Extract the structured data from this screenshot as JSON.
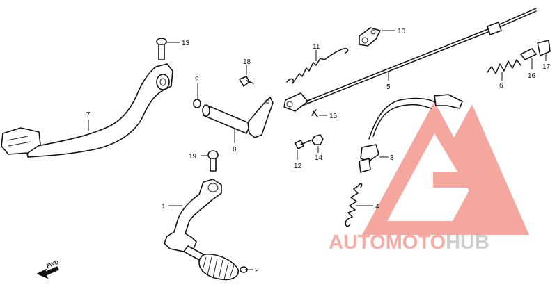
{
  "parts": [
    {
      "number": "1"
    },
    {
      "number": "2"
    },
    {
      "number": "3"
    },
    {
      "number": "4"
    },
    {
      "number": "5"
    },
    {
      "number": "6"
    },
    {
      "number": "7"
    },
    {
      "number": "8"
    },
    {
      "number": "9"
    },
    {
      "number": "10"
    },
    {
      "number": "11"
    },
    {
      "number": "12"
    },
    {
      "number": "13"
    },
    {
      "number": "14"
    },
    {
      "number": "15"
    },
    {
      "number": "16"
    },
    {
      "number": "17"
    },
    {
      "number": "18"
    },
    {
      "number": "19"
    }
  ],
  "direction_label": "FWD",
  "watermark": {
    "part1": "AUTO",
    "part2": "MOTO",
    "part3": "HUB",
    "color_main": "#f6a39b",
    "color_hub": "#d1d1d1",
    "logo": "triangle-logo"
  }
}
